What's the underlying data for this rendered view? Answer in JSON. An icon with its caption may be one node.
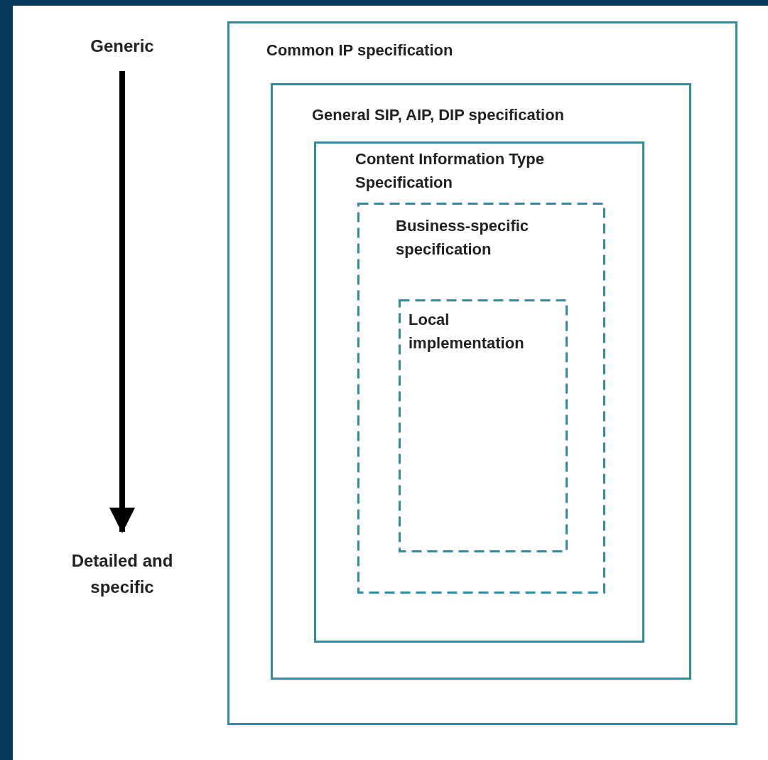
{
  "diagram": {
    "nodes": [
      {
        "text": [
          "Common IP specification"
        ]
      },
      {
        "text": [
          "General SIP, AIP, DIP specification"
        ],
        "in": 0
      },
      {
        "text": [
          "Content Information Type Specification"
        ],
        "in": 1
      },
      {
        "text": [
          "Business-specific specification"
        ],
        "in": 2
      },
      {
        "text": [
          "Local implementation"
        ],
        "in": 3
      },
      {
        "text": [
          "Generic"
        ]
      },
      {
        "text": [
          "Detailed and specific"
        ]
      }
    ],
    "edges": [
      {
        "from": 5,
        "to": 6,
        "arrow": "to"
      }
    ]
  }
}
